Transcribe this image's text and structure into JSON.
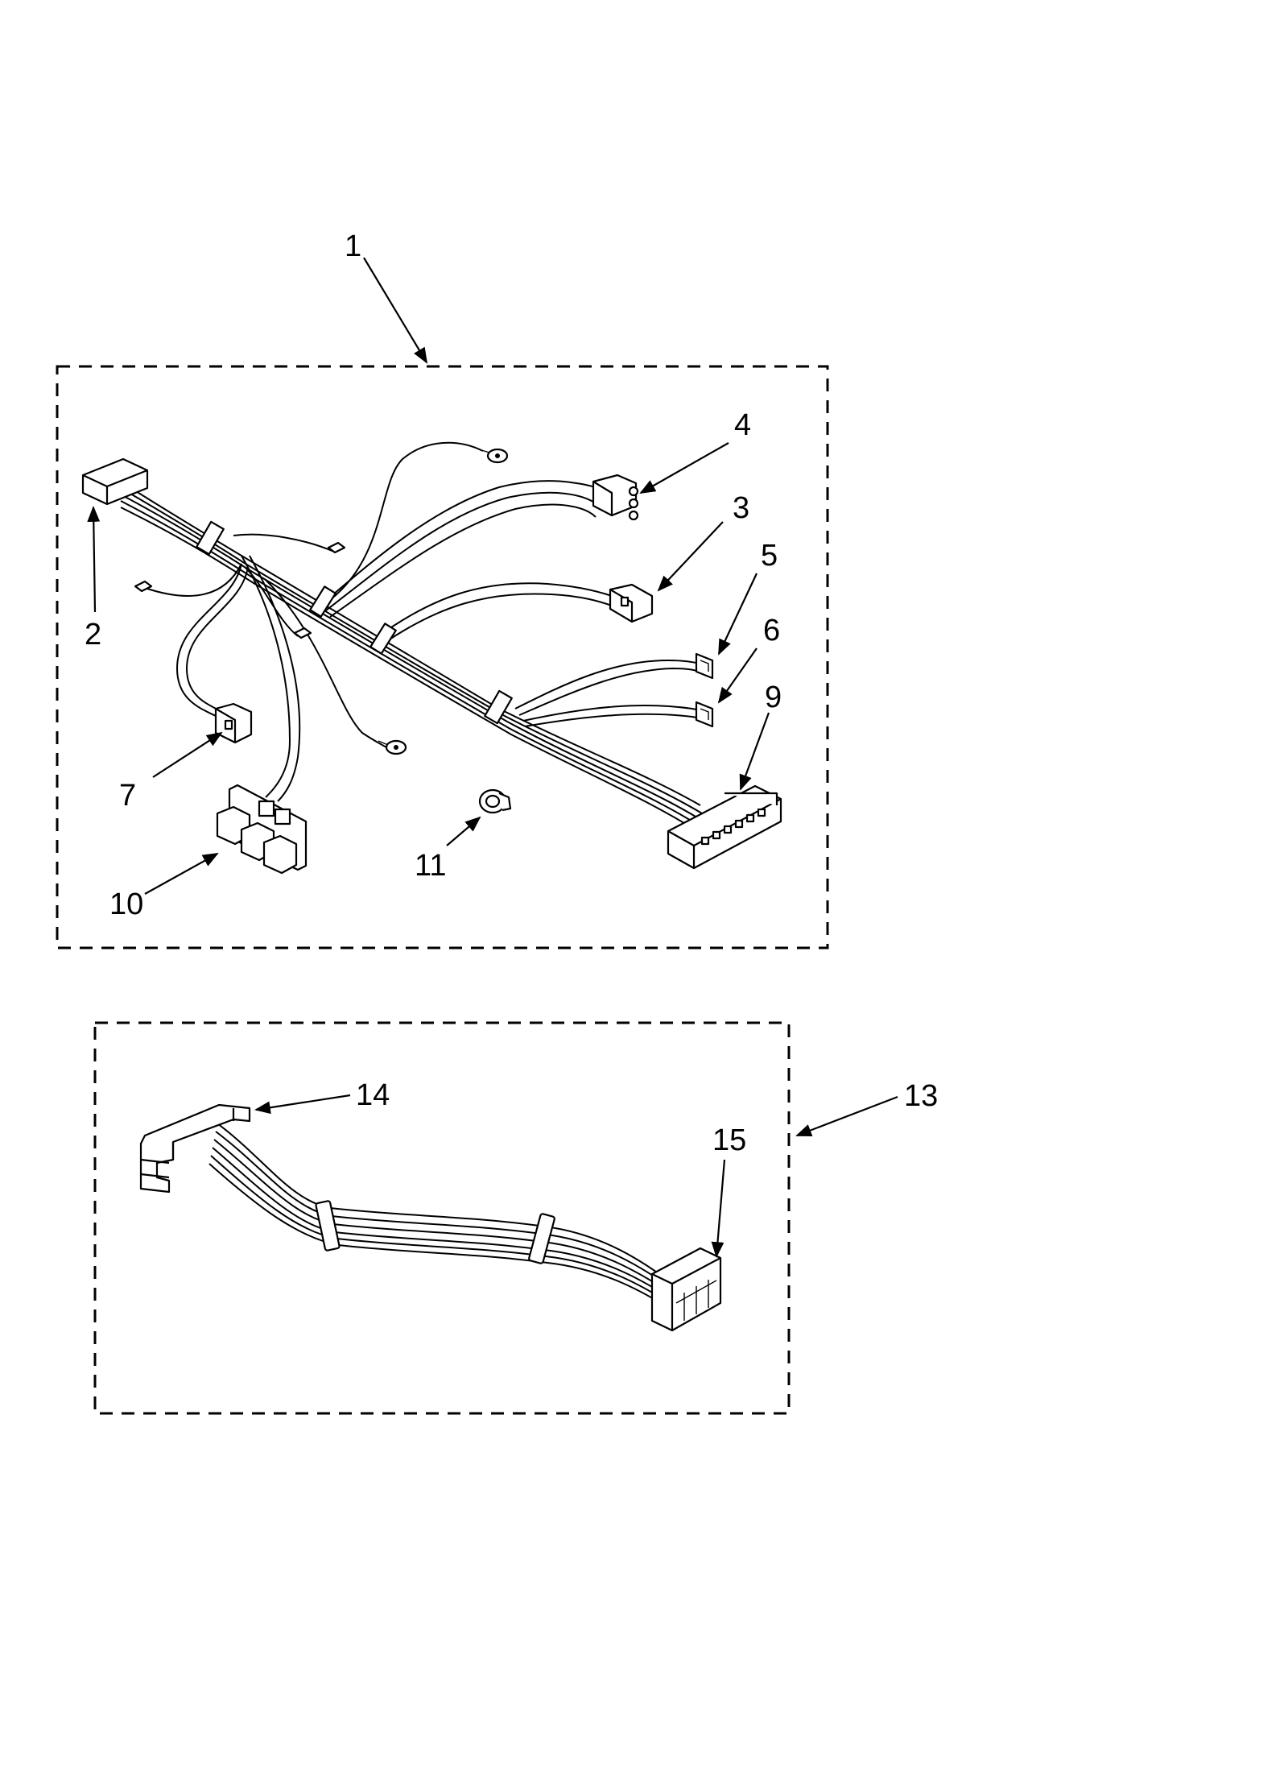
{
  "callouts": {
    "c1": "1",
    "c2": "2",
    "c3": "3",
    "c4": "4",
    "c5": "5",
    "c6": "6",
    "c7": "7",
    "c9": "9",
    "c10": "10",
    "c11": "11",
    "c13": "13",
    "c14": "14",
    "c15": "15"
  }
}
